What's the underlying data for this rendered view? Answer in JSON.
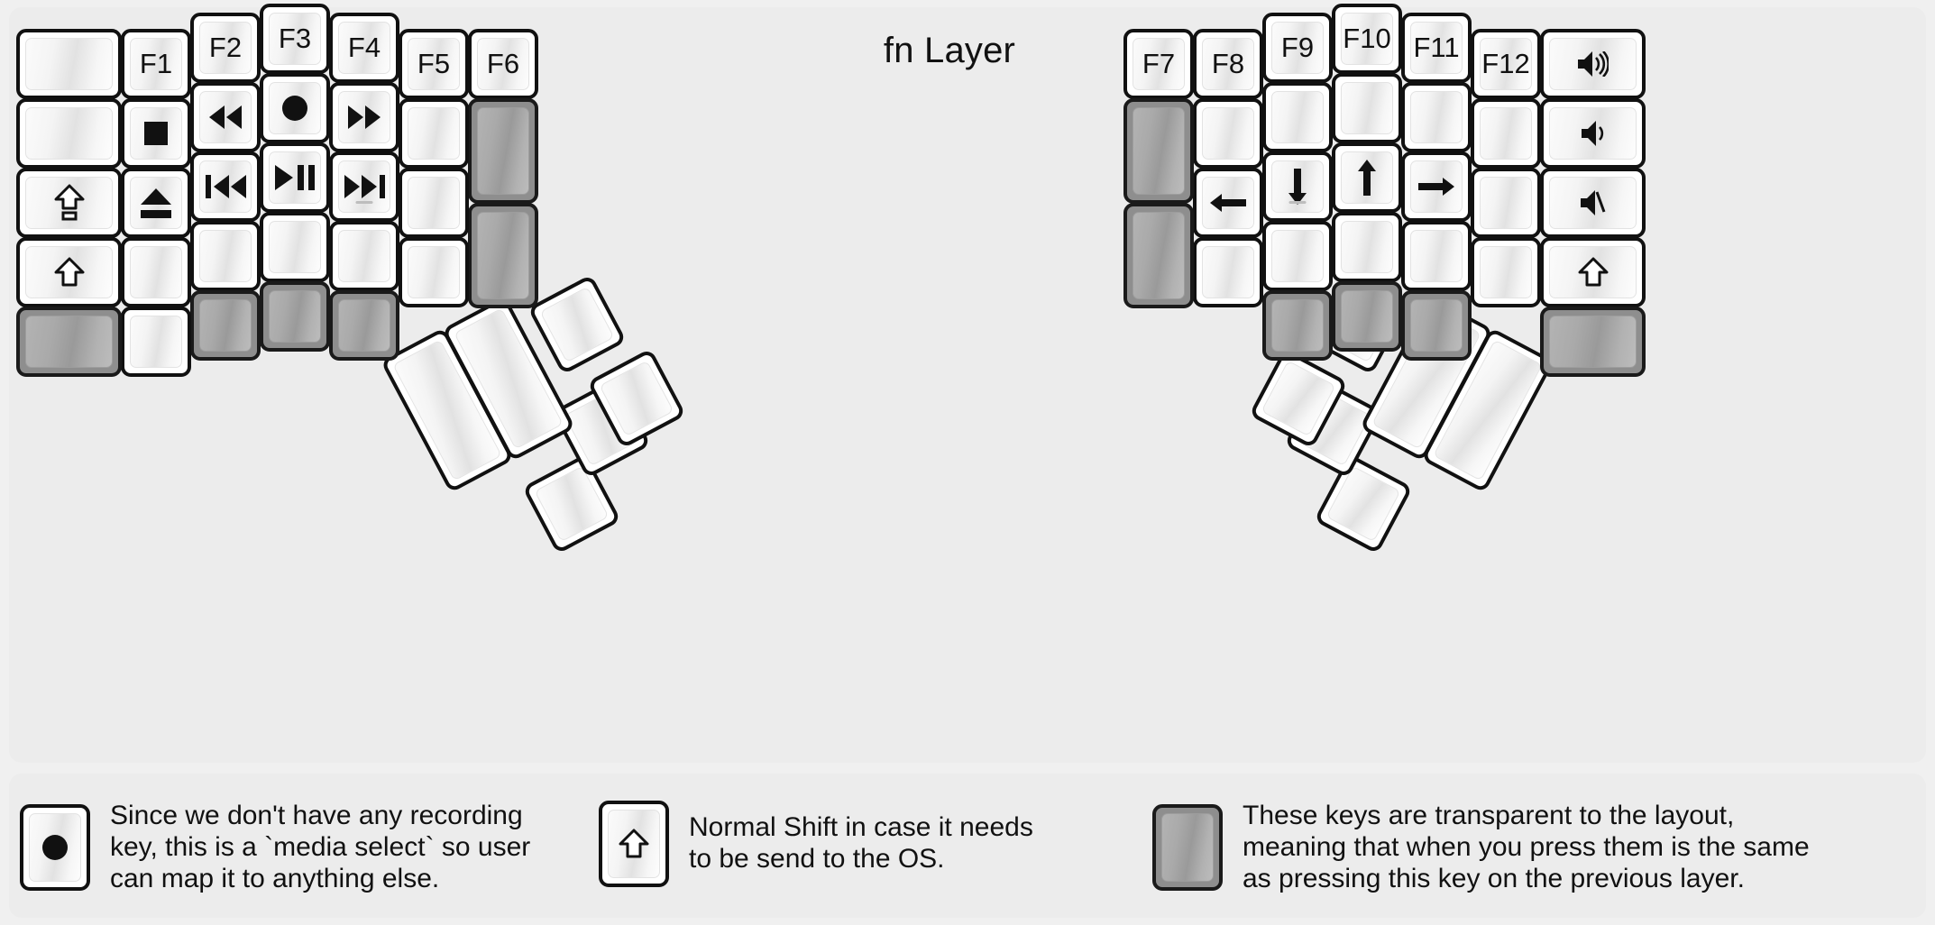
{
  "title": "fn Layer",
  "colors": {
    "page_background": "#f0f0f0",
    "panel_background": "#ececec",
    "key_face": "#ffffff",
    "key_outline": "#111111",
    "transparent_key": "#8e8e8e",
    "text": "#111111"
  },
  "left_half": {
    "columns": [
      {
        "name": "pinky-outer",
        "unit_width": 1.5,
        "keys": [
          {
            "id": "L-c1-r1",
            "label": "",
            "glyph": "",
            "transparent": false
          },
          {
            "id": "L-c1-r2",
            "label": "",
            "glyph": "",
            "transparent": false
          },
          {
            "id": "L-c1-r3",
            "label": "",
            "glyph": "caps-lock-icon",
            "transparent": false
          },
          {
            "id": "L-c1-r4",
            "label": "",
            "glyph": "shift-icon",
            "transparent": false
          },
          {
            "id": "L-c1-r5",
            "label": "",
            "glyph": "",
            "transparent": true
          }
        ]
      },
      {
        "name": "pinky",
        "unit_width": 1,
        "keys": [
          {
            "id": "L-c2-r1",
            "label": "F1",
            "glyph": "",
            "transparent": false
          },
          {
            "id": "L-c2-r2",
            "label": "",
            "glyph": "media-stop-icon",
            "transparent": false
          },
          {
            "id": "L-c2-r3",
            "label": "",
            "glyph": "media-eject-icon",
            "transparent": false
          },
          {
            "id": "L-c2-r4",
            "label": "",
            "glyph": "",
            "transparent": false
          },
          {
            "id": "L-c2-r5",
            "label": "",
            "glyph": "",
            "transparent": false
          }
        ]
      },
      {
        "name": "ring",
        "unit_width": 1,
        "keys": [
          {
            "id": "L-c3-r1",
            "label": "F2",
            "glyph": "",
            "transparent": false
          },
          {
            "id": "L-c3-r2",
            "label": "",
            "glyph": "media-rewind-icon",
            "transparent": false
          },
          {
            "id": "L-c3-r3",
            "label": "",
            "glyph": "media-prev-track-icon",
            "transparent": false
          },
          {
            "id": "L-c3-r4",
            "label": "",
            "glyph": "",
            "transparent": false
          },
          {
            "id": "L-c3-r5",
            "label": "",
            "glyph": "",
            "transparent": true
          }
        ]
      },
      {
        "name": "middle",
        "unit_width": 1,
        "keys": [
          {
            "id": "L-c4-r1",
            "label": "F3",
            "glyph": "",
            "transparent": false
          },
          {
            "id": "L-c4-r2",
            "label": "",
            "glyph": "media-record-icon",
            "transparent": false
          },
          {
            "id": "L-c4-r3",
            "label": "",
            "glyph": "media-play-pause-icon",
            "transparent": false
          },
          {
            "id": "L-c4-r4",
            "label": "",
            "glyph": "",
            "transparent": false
          },
          {
            "id": "L-c4-r5",
            "label": "",
            "glyph": "",
            "transparent": true
          }
        ]
      },
      {
        "name": "index",
        "unit_width": 1,
        "keys": [
          {
            "id": "L-c5-r1",
            "label": "F4",
            "glyph": "",
            "transparent": false
          },
          {
            "id": "L-c5-r2",
            "label": "",
            "glyph": "media-fast-forward-icon",
            "transparent": false
          },
          {
            "id": "L-c5-r3",
            "label": "",
            "glyph": "media-next-track-icon",
            "homing": true,
            "transparent": false
          },
          {
            "id": "L-c5-r4",
            "label": "",
            "glyph": "",
            "transparent": false
          },
          {
            "id": "L-c5-r5",
            "label": "",
            "glyph": "",
            "transparent": true
          }
        ]
      },
      {
        "name": "index-inner",
        "unit_width": 1,
        "keys": [
          {
            "id": "L-c6-r1",
            "label": "F5",
            "glyph": "",
            "transparent": false
          },
          {
            "id": "L-c6-r2",
            "label": "",
            "glyph": "",
            "transparent": false
          },
          {
            "id": "L-c6-r3",
            "label": "",
            "glyph": "",
            "transparent": false
          },
          {
            "id": "L-c6-r4",
            "label": "",
            "glyph": "",
            "transparent": false
          }
        ]
      },
      {
        "name": "inner-extra",
        "unit_width": 1,
        "keys": [
          {
            "id": "L-c7-r1",
            "label": "F6",
            "glyph": "",
            "transparent": false
          },
          {
            "id": "L-c7-r2",
            "label": "",
            "glyph": "",
            "transparent": true,
            "unit_height": 1.5
          },
          {
            "id": "L-c7-r3",
            "label": "",
            "glyph": "",
            "transparent": true,
            "unit_height": 1.5
          }
        ]
      }
    ],
    "thumb_cluster": [
      {
        "id": "L-t1",
        "label": "",
        "glyph": "",
        "size": "large",
        "transparent": false
      },
      {
        "id": "L-t2",
        "label": "",
        "glyph": "",
        "size": "large",
        "transparent": false
      },
      {
        "id": "L-t3",
        "label": "",
        "glyph": "",
        "size": "small",
        "transparent": false
      },
      {
        "id": "L-t4",
        "label": "",
        "glyph": "",
        "size": "small",
        "transparent": false
      },
      {
        "id": "L-t5",
        "label": "",
        "glyph": "",
        "size": "small",
        "transparent": false
      },
      {
        "id": "L-t6",
        "label": "",
        "glyph": "",
        "size": "small",
        "transparent": false
      }
    ]
  },
  "right_half": {
    "columns": [
      {
        "name": "inner-extra",
        "unit_width": 1,
        "keys": [
          {
            "id": "R-c1-r1",
            "label": "F7",
            "glyph": "",
            "transparent": false
          },
          {
            "id": "R-c1-r2",
            "label": "",
            "glyph": "",
            "transparent": true,
            "unit_height": 1.5
          },
          {
            "id": "R-c1-r3",
            "label": "",
            "glyph": "",
            "transparent": true,
            "unit_height": 1.5
          }
        ]
      },
      {
        "name": "index-inner",
        "unit_width": 1,
        "keys": [
          {
            "id": "R-c2-r1",
            "label": "F8",
            "glyph": "",
            "transparent": false
          },
          {
            "id": "R-c2-r2",
            "label": "",
            "glyph": "",
            "transparent": false
          },
          {
            "id": "R-c2-r3",
            "label": "",
            "glyph": "arrow-left-icon",
            "transparent": false
          },
          {
            "id": "R-c2-r4",
            "label": "",
            "glyph": "",
            "transparent": false
          }
        ]
      },
      {
        "name": "index",
        "unit_width": 1,
        "keys": [
          {
            "id": "R-c3-r1",
            "label": "F9",
            "glyph": "",
            "transparent": false
          },
          {
            "id": "R-c3-r2",
            "label": "",
            "glyph": "",
            "transparent": false
          },
          {
            "id": "R-c3-r3",
            "label": "",
            "glyph": "arrow-down-icon",
            "homing": true,
            "transparent": false
          },
          {
            "id": "R-c3-r4",
            "label": "",
            "glyph": "",
            "transparent": false
          },
          {
            "id": "R-c3-r5",
            "label": "",
            "glyph": "",
            "transparent": true
          }
        ]
      },
      {
        "name": "middle",
        "unit_width": 1,
        "keys": [
          {
            "id": "R-c4-r1",
            "label": "F10",
            "glyph": "",
            "transparent": false
          },
          {
            "id": "R-c4-r2",
            "label": "",
            "glyph": "",
            "transparent": false
          },
          {
            "id": "R-c4-r3",
            "label": "",
            "glyph": "arrow-up-icon",
            "transparent": false
          },
          {
            "id": "R-c4-r4",
            "label": "",
            "glyph": "",
            "transparent": false
          },
          {
            "id": "R-c4-r5",
            "label": "",
            "glyph": "",
            "transparent": true
          }
        ]
      },
      {
        "name": "ring",
        "unit_width": 1,
        "keys": [
          {
            "id": "R-c5-r1",
            "label": "F11",
            "glyph": "",
            "transparent": false
          },
          {
            "id": "R-c5-r2",
            "label": "",
            "glyph": "",
            "transparent": false
          },
          {
            "id": "R-c5-r3",
            "label": "",
            "glyph": "arrow-right-icon",
            "transparent": false
          },
          {
            "id": "R-c5-r4",
            "label": "",
            "glyph": "",
            "transparent": false
          },
          {
            "id": "R-c5-r5",
            "label": "",
            "glyph": "",
            "transparent": true
          }
        ]
      },
      {
        "name": "pinky",
        "unit_width": 1,
        "keys": [
          {
            "id": "R-c6-r1",
            "label": "F12",
            "glyph": "",
            "transparent": false
          },
          {
            "id": "R-c6-r2",
            "label": "",
            "glyph": "",
            "transparent": false
          },
          {
            "id": "R-c6-r3",
            "label": "",
            "glyph": "",
            "transparent": false
          },
          {
            "id": "R-c6-r4",
            "label": "",
            "glyph": "",
            "transparent": false
          }
        ]
      },
      {
        "name": "pinky-outer",
        "unit_width": 1.5,
        "keys": [
          {
            "id": "R-c7-r1",
            "label": "",
            "glyph": "volume-up-icon",
            "transparent": false
          },
          {
            "id": "R-c7-r2",
            "label": "",
            "glyph": "volume-down-icon",
            "transparent": false
          },
          {
            "id": "R-c7-r3",
            "label": "",
            "glyph": "volume-mute-icon",
            "transparent": false
          },
          {
            "id": "R-c7-r4",
            "label": "",
            "glyph": "shift-icon",
            "transparent": false
          },
          {
            "id": "R-c7-r5",
            "label": "",
            "glyph": "",
            "transparent": true
          }
        ]
      }
    ],
    "thumb_cluster": [
      {
        "id": "R-t1",
        "label": "",
        "glyph": "",
        "size": "large",
        "transparent": false
      },
      {
        "id": "R-t2",
        "label": "",
        "glyph": "",
        "size": "large",
        "transparent": false
      },
      {
        "id": "R-t3",
        "label": "",
        "glyph": "",
        "size": "small",
        "transparent": false
      },
      {
        "id": "R-t4",
        "label": "",
        "glyph": "",
        "size": "small",
        "transparent": false
      },
      {
        "id": "R-t5",
        "label": "",
        "glyph": "",
        "size": "small",
        "transparent": false
      },
      {
        "id": "R-t6",
        "label": "",
        "glyph": "",
        "size": "small",
        "transparent": false
      }
    ]
  },
  "legend": [
    {
      "id": "legend-media-select",
      "glyph": "media-record-icon",
      "transparent": false,
      "text": "Since we don't have any recording\nkey, this is a `media select` so user\ncan map it to anything else."
    },
    {
      "id": "legend-normal-shift",
      "glyph": "shift-icon",
      "transparent": false,
      "text": "Normal Shift in case it needs\nto be send to the OS."
    },
    {
      "id": "legend-transparent",
      "glyph": "",
      "transparent": true,
      "text": "These keys are transparent to the layout,\nmeaning that when you press them is the same\nas pressing this key on the previous layer."
    }
  ]
}
